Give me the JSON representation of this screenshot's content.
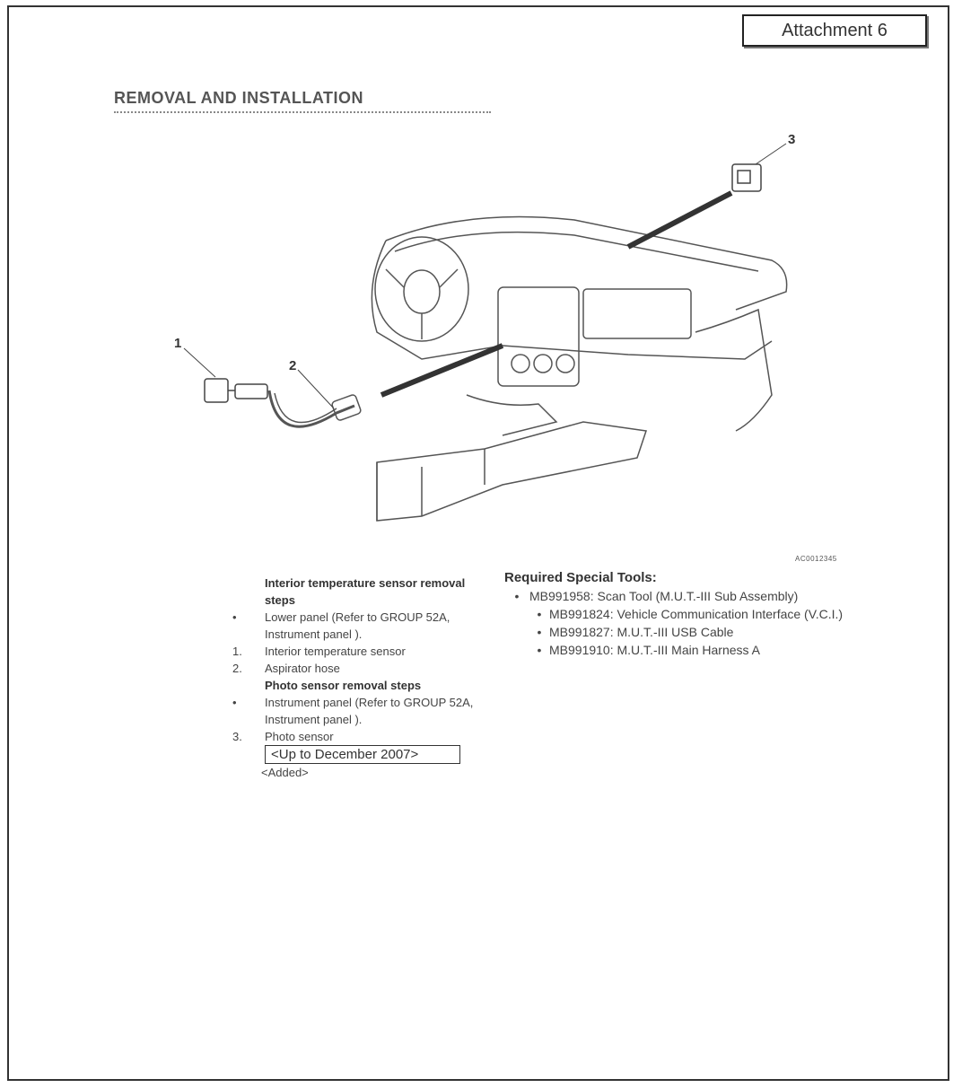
{
  "header": {
    "attachment_label": "Attachment 6",
    "section_title": "REMOVAL AND INSTALLATION"
  },
  "figure": {
    "callouts": [
      "1",
      "2",
      "3"
    ],
    "figure_code": "AC0012345"
  },
  "removal_steps": {
    "heading1": "Interior temperature sensor removal steps",
    "items1": [
      {
        "mark": "•",
        "text": "Lower panel (Refer to GROUP 52A, Instrument panel )."
      },
      {
        "mark": "1.",
        "text": "Interior temperature sensor"
      },
      {
        "mark": "2.",
        "text": "Aspirator hose"
      }
    ],
    "heading2": "Photo sensor removal steps",
    "items2": [
      {
        "mark": "•",
        "text": "Instrument panel (Refer to GROUP 52A, Instrument panel )."
      },
      {
        "mark": "3.",
        "text": "Photo sensor"
      }
    ],
    "link_box": "<Up to December 2007>",
    "link_plain": "<Added>"
  },
  "special_tools": {
    "heading": "Required Special Tools:",
    "main": {
      "bullet": "•",
      "text": "MB991958: Scan Tool (M.U.T.-III Sub Assembly)"
    },
    "sub": [
      {
        "bullet": "•",
        "text": "MB991824: Vehicle Communication Interface (V.C.I.)"
      },
      {
        "bullet": "•",
        "text": "MB991827: M.U.T.-III USB Cable"
      },
      {
        "bullet": "•",
        "text": "MB991910: M.U.T.-III Main Harness A"
      }
    ]
  }
}
